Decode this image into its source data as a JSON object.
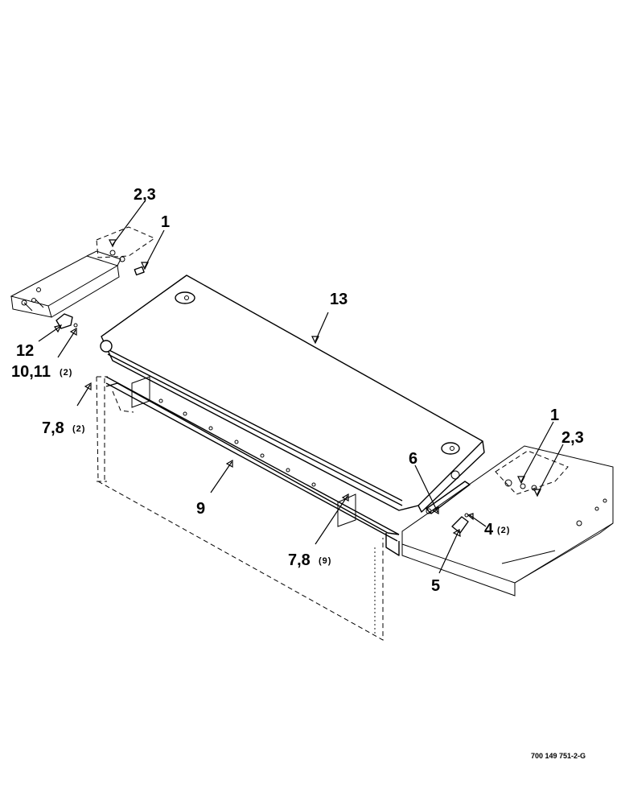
{
  "callouts": {
    "c23_top": "2,3",
    "c1_top": "1",
    "c13": "13",
    "c12": "12",
    "c1011": "10,11",
    "c1011_qty": "(2)",
    "c78_left": "7,8",
    "c78_left_qty": "(2)",
    "c9": "9",
    "c78_mid": "7,8",
    "c78_mid_qty": "(9)",
    "c6": "6",
    "c1_right": "1",
    "c23_right": "2,3",
    "c4": "4",
    "c4_qty": "(2)",
    "c5": "5"
  },
  "part_number": "700 149 751-2-G"
}
